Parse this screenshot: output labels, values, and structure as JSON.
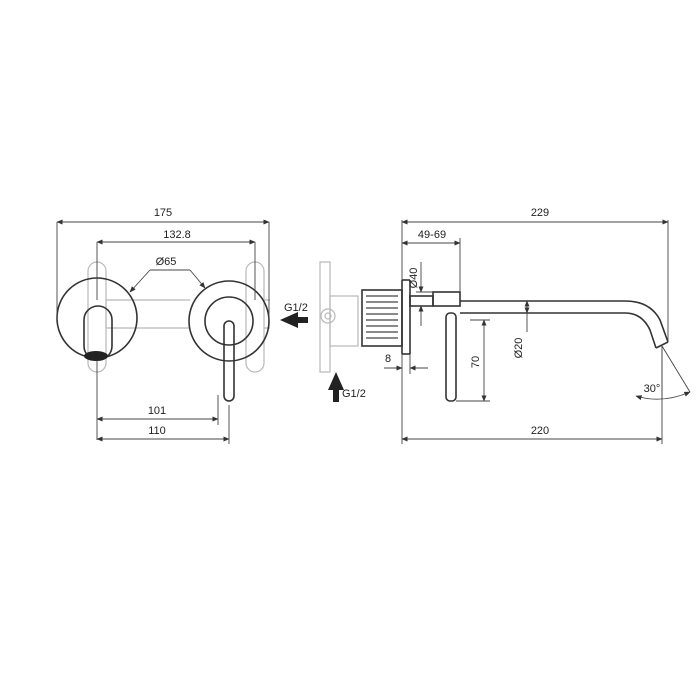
{
  "front_view": {
    "dim_overall_width": "175",
    "dim_mount_spacing": "132.8",
    "dim_rosette_diameter": "Ø65",
    "dim_lever_offset": "101",
    "dim_lever_span": "110"
  },
  "side_view": {
    "inlet_side": "G1/2",
    "inlet_bottom": "G1/2",
    "dim_overall_length": "229",
    "dim_wall_range": "49-69",
    "dim_rosette_diameter": "Ø40",
    "dim_spout_diameter": "Ø20",
    "dim_height": "70",
    "dim_body_thickness": "8",
    "dim_spout_length": "220",
    "dim_spout_angle": "30°"
  },
  "colors": {
    "line": "#333333",
    "ghost": "#b8b8b8",
    "background": "#ffffff"
  },
  "icons": {
    "arrow_side": "arrow-left-icon",
    "arrow_bottom": "arrow-up-icon"
  }
}
